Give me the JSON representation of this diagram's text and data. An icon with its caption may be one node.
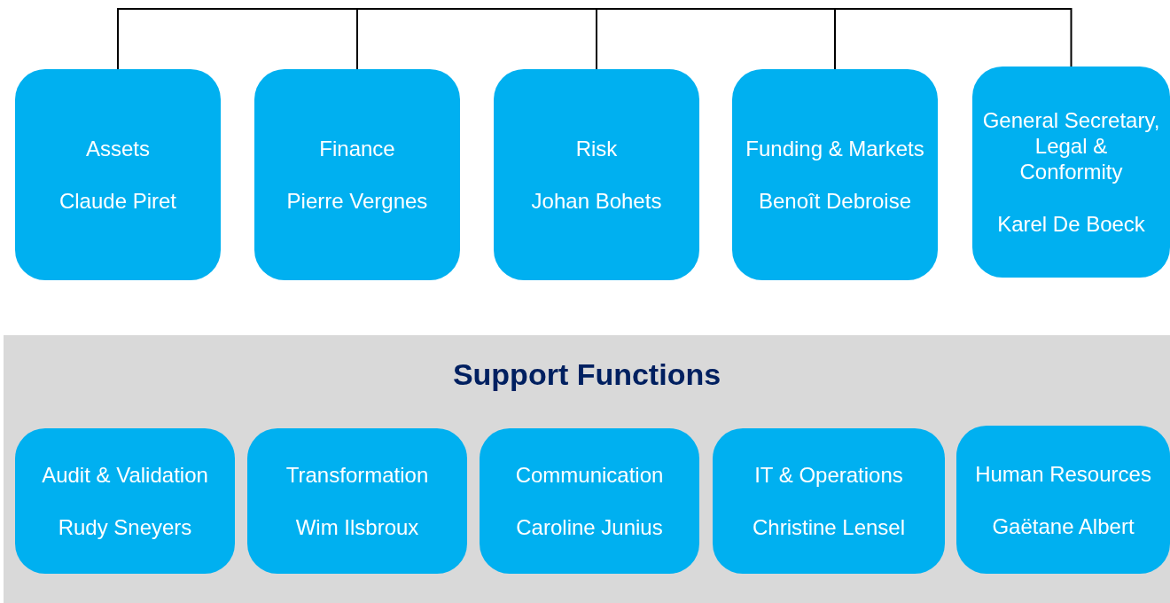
{
  "diagram": {
    "nodes": [
      {
        "text": [
          "Assets",
          "Claude Piret"
        ]
      },
      {
        "text": [
          "Finance",
          "Pierre Vergnes"
        ]
      },
      {
        "text": [
          "Risk",
          "Johan Bohets"
        ]
      },
      {
        "text": [
          "Funding & Markets",
          "Benoît Debroise"
        ]
      },
      {
        "text": [
          "General Secretary, Legal & Conformity",
          "Karel De Boeck"
        ]
      },
      {
        "text": [
          "Support Functions"
        ]
      },
      {
        "text": [
          "Audit & Validation",
          "Rudy Sneyers"
        ],
        "in": 5
      },
      {
        "text": [
          "Transformation",
          "Wim Ilsbroux"
        ],
        "in": 5
      },
      {
        "text": [
          "Communication",
          "Caroline Junius"
        ],
        "in": 5
      },
      {
        "text": [
          "IT & Operations",
          "Christine Lensel"
        ],
        "in": 5
      },
      {
        "text": [
          "Human Resources",
          "Gaëtane Albert"
        ],
        "in": 5
      }
    ],
    "edges": [
      {
        "from": null,
        "to": 0,
        "arrow": "none"
      },
      {
        "from": null,
        "to": 1,
        "arrow": "none"
      },
      {
        "from": null,
        "to": 2,
        "arrow": "none"
      },
      {
        "from": null,
        "to": 3,
        "arrow": "none"
      },
      {
        "from": null,
        "to": 4,
        "arrow": "none"
      }
    ]
  }
}
